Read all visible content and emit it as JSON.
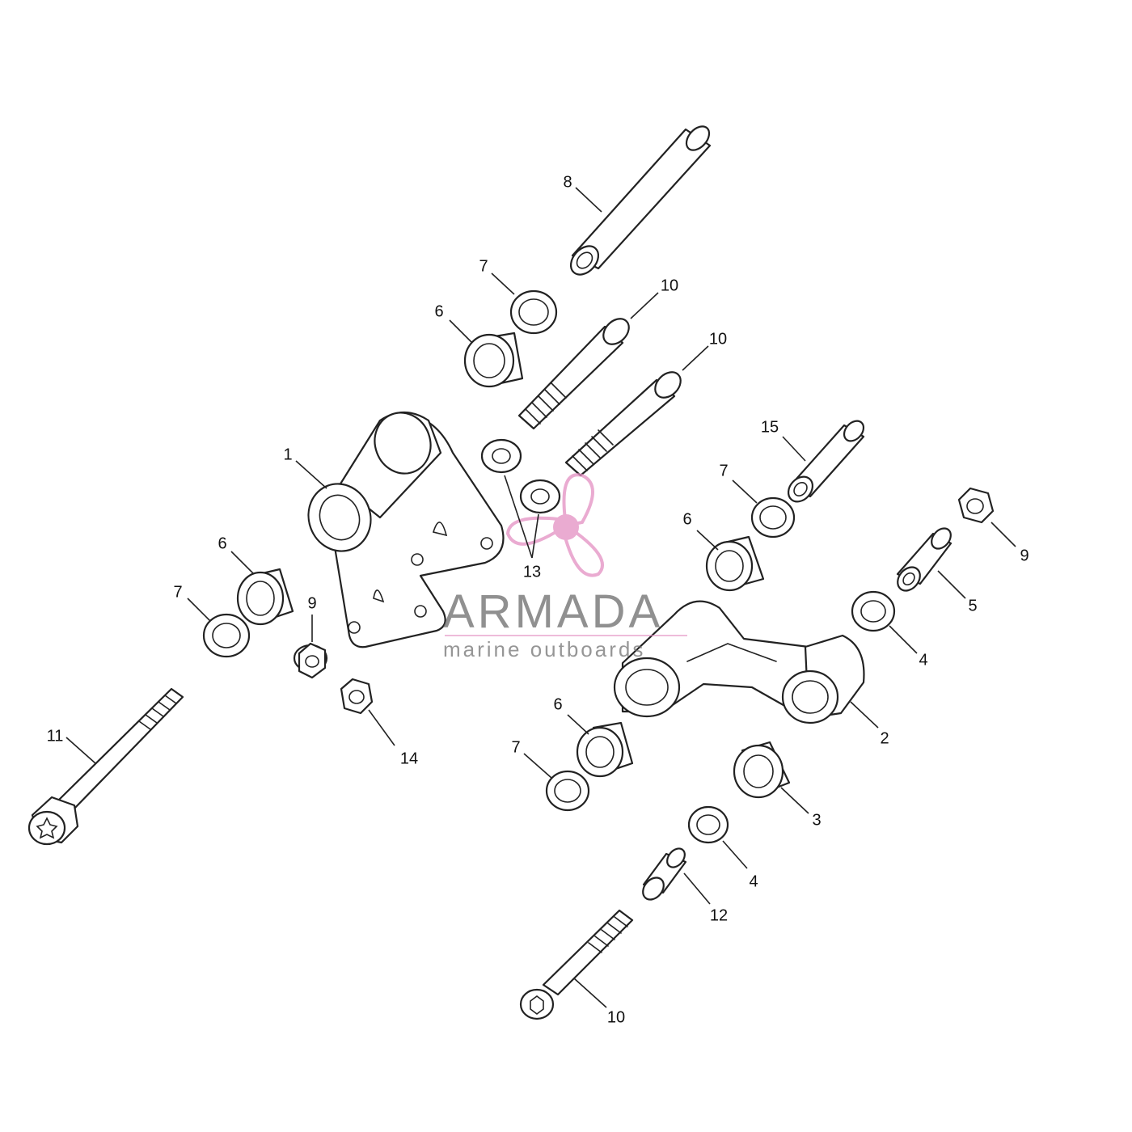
{
  "watermark": {
    "brand": "ARMADA",
    "tagline": "marine outboards",
    "accent_color": "#e38fc2",
    "icon": "propeller-icon"
  },
  "callouts": [
    {
      "id": "c1",
      "label": "1"
    },
    {
      "id": "c2",
      "label": "2"
    },
    {
      "id": "c3",
      "label": "3"
    },
    {
      "id": "c4a",
      "label": "4"
    },
    {
      "id": "c4b",
      "label": "4"
    },
    {
      "id": "c5",
      "label": "5"
    },
    {
      "id": "c6a",
      "label": "6"
    },
    {
      "id": "c6b",
      "label": "6"
    },
    {
      "id": "c6c",
      "label": "6"
    },
    {
      "id": "c6d",
      "label": "6"
    },
    {
      "id": "c7a",
      "label": "7"
    },
    {
      "id": "c7b",
      "label": "7"
    },
    {
      "id": "c7c",
      "label": "7"
    },
    {
      "id": "c7d",
      "label": "7"
    },
    {
      "id": "c8",
      "label": "8"
    },
    {
      "id": "c9a",
      "label": "9"
    },
    {
      "id": "c9b",
      "label": "9"
    },
    {
      "id": "c10a",
      "label": "10"
    },
    {
      "id": "c10b",
      "label": "10"
    },
    {
      "id": "c10c",
      "label": "10"
    },
    {
      "id": "c11",
      "label": "11"
    },
    {
      "id": "c12",
      "label": "12"
    },
    {
      "id": "c13",
      "label": "13"
    },
    {
      "id": "c14",
      "label": "14"
    },
    {
      "id": "c15",
      "label": "15"
    }
  ]
}
